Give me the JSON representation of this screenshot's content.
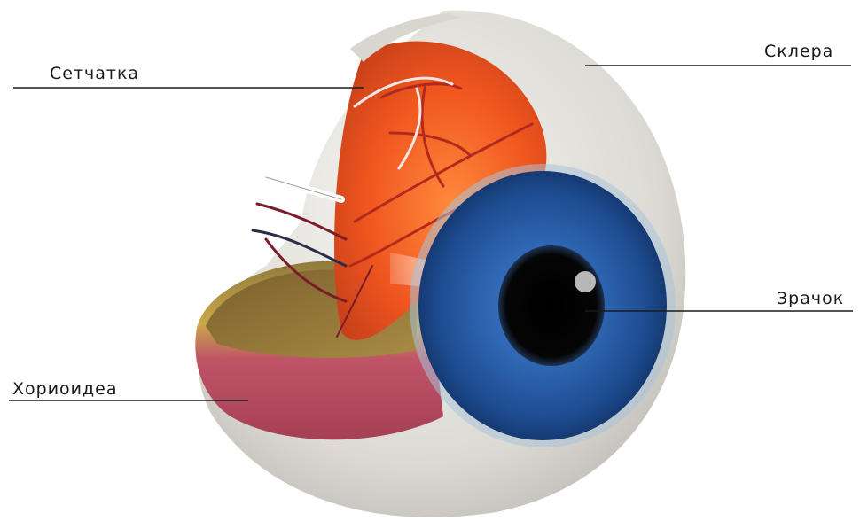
{
  "labels": {
    "retina": "Сетчатка",
    "sclera": "Склера",
    "pupil": "Зрачок",
    "choroid": "Хориоидеа"
  },
  "colors": {
    "sclera": "#e6e4de",
    "retina": "#f2602a",
    "iris": "#2a5fa8",
    "pupil": "#050505",
    "choroid_red": "#b8485a",
    "choroid_gold": "#c7a64a"
  }
}
